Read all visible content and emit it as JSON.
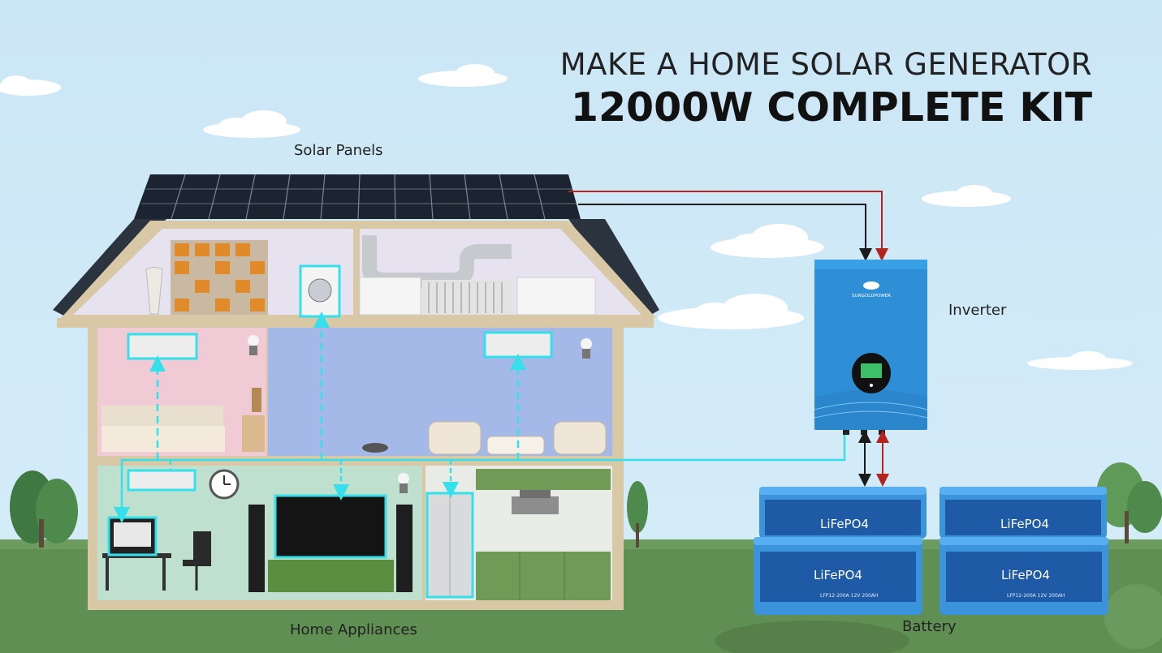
{
  "title": {
    "line1": "MAKE A HOME SOLAR GENERATOR",
    "line2": "12000W COMPLETE KIT"
  },
  "labels": {
    "solar_panels": "Solar Panels",
    "inverter": "Inverter",
    "battery": "Battery",
    "home_appliances": "Home Appliances"
  },
  "inverter_brand": "SUNGOLDPOWER",
  "battery_brand": "LiFePO4",
  "battery_model": "LFP12-200A  12V 200AH",
  "colors": {
    "sky": "#cfe7f5",
    "ground": "#5f8f52",
    "inverter_blue": "#2f8fd6",
    "battery_blue": "#3b93dc",
    "wire_red": "#b3241e",
    "wire_black": "#1a1a1a",
    "appliance_link": "#35e0ea"
  }
}
